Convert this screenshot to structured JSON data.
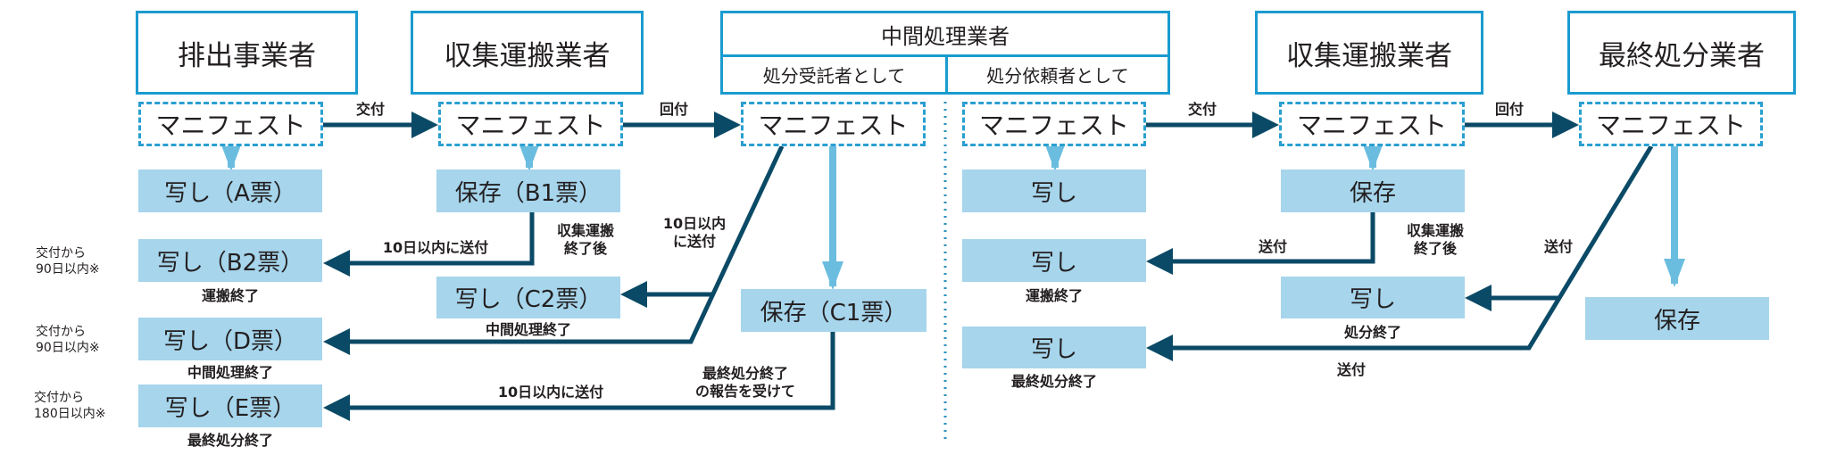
{
  "colors": {
    "header_border": "#1a9bcf",
    "box_fill": "#a6d5ec",
    "dark_arrow": "#0b4a66",
    "light_arrow": "#6bbde0"
  },
  "headers": {
    "discharger": "排出事業者",
    "collector1": "収集運搬業者",
    "intermediate": "中間処理業者",
    "intermediate_as_consignee": "処分受託者として",
    "intermediate_as_consignor": "処分依頼者として",
    "collector2": "収集運搬業者",
    "final": "最終処分業者"
  },
  "manifest": "マニフェスト",
  "arrows": {
    "issue": "交付",
    "return": "回付"
  },
  "boxes": {
    "a": "写し（A票）",
    "b1": "保存（B1票）",
    "b2": "写し（B2票）",
    "c2": "写し（C2票）",
    "d": "写し（D票）",
    "e": "写し（E票）",
    "c1": "保存（C1票）",
    "r_copy1": "写し",
    "r_keep1": "保存",
    "r_copy2": "写し",
    "r_copy3": "写し",
    "r_copy4": "写し",
    "r_keep2": "保存"
  },
  "labels": {
    "b2_end": "運搬終了",
    "c2_end": "中間処理終了",
    "d_end": "中間処理終了",
    "e_end": "最終処分終了",
    "send10_b": "10日以内に送付",
    "after_transport": [
      "収集運搬",
      "終了後"
    ],
    "send10_diag": [
      "10日以内",
      "に送付"
    ],
    "send10_e": "10日以内に送付",
    "final_report": [
      "最終処分終了",
      "の報告を受けて"
    ],
    "r_transport_end": "運搬終了",
    "r_disposal_end": "処分終了",
    "r_final_end": "最終処分終了",
    "r_send1": "送付",
    "r_after_transport": [
      "収集運搬",
      "終了後"
    ],
    "r_send2": "送付",
    "r_send3": "送付"
  },
  "notes": {
    "b2": [
      "交付から",
      "90日以内※"
    ],
    "d": [
      "交付から",
      "90日以内※"
    ],
    "e": [
      "交付から",
      "180日以内※"
    ]
  }
}
